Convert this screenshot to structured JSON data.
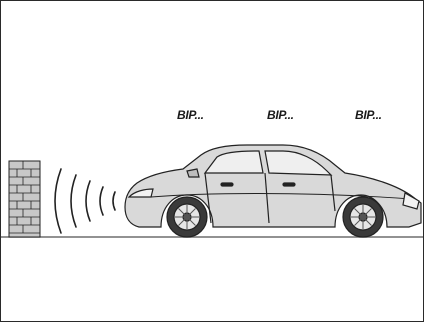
{
  "beeps": [
    "BIP...",
    "BIP...",
    "BIP..."
  ],
  "colors": {
    "line": "#222222",
    "car_body": "#d9d9d9",
    "window": "#efefef",
    "ground": "#6f6f6f",
    "wall": "#c8c8c8"
  },
  "icons": {
    "wall": "brick-wall-icon",
    "waves": "sound-wave-icon",
    "car": "car-icon"
  }
}
